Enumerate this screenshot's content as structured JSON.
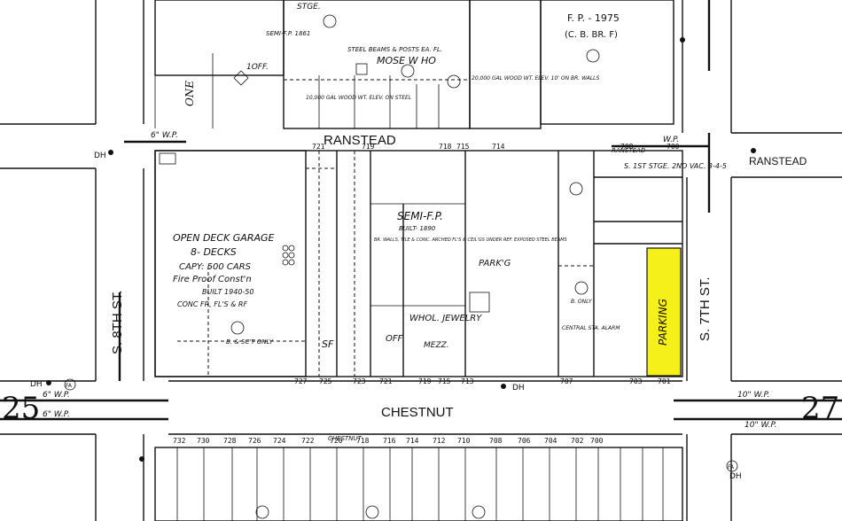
{
  "streets": {
    "ranstead": "RANSTEAD",
    "ranstead_east": "RANSTEAD",
    "chestnut": "CHESTNUT",
    "s8th": "S. 8TH ST.",
    "s7th": "S. 7TH ST."
  },
  "sheet_numbers": {
    "left": "25",
    "right": "27"
  },
  "labels": {
    "fp_top": "F. P. - 1975",
    "fp_top_sub": "(C. B. BR. F)",
    "stge_top": "STGE.",
    "semi_fp_1861": "SEMI-F.P. 1861",
    "steel_beams": "STEEL BEAMS & POSTS EA. FL.",
    "mose_who": "MOSE  W  HO",
    "gal_tank_left": "10,000 GAL WOOD WT. ELEV. ON STEEL",
    "gal_tank_right": "20,000 GAL WOOD WT. ELEV. 10' ON BR. WALLS",
    "one": "ONE",
    "off": "1OFF.",
    "open_deck": "OPEN DECK GARAGE",
    "decks": "8- DECKS",
    "capy": "CAPY: 500 CARS",
    "fireproof": "Fire Proof Const'n",
    "built_garage": "BUILT 1940-50",
    "conc_fr": "CONC FR, FL'S & RF",
    "bsct_only": "B. & SC'T ONLY",
    "semi_fp": "SEMI-F.P.",
    "built_1890": "BUILT- 1890",
    "semi_desc": "BR. WALLS, TILE & CONC. ARCHED FL'S & CEIL'GS UNDER REF. EXPOSED STEEL BEAMS",
    "parkg": "PARK'G",
    "whol_jewelry": "WHOL. JEWELRY",
    "mezz": "MEZZ.",
    "off_mid": "OFF",
    "sf": "SF",
    "stge_right": "S. 1ST STGE. 2ND VAC. 3-4-5",
    "central_sta": "CENTRAL STA. ALARM",
    "b_only": "B. ONLY",
    "ranstead_small": "RANSTEAD",
    "wp_left": "6\" W.P.",
    "wp_right": "W.P.",
    "wp_chestnut_l1": "6\" W.P.",
    "wp_chestnut_l2": "6\" W.P.",
    "wp_chestnut_r1": "10\" W.P.",
    "wp_chestnut_r2": "10\" W.P.",
    "dh": "DH",
    "fa": "FA",
    "chestnut_small": "CHESTNUT",
    "hl_label": "PARKING"
  },
  "lot_numbers_ranstead": [
    "721",
    "719",
    "718",
    "715",
    "714",
    "708",
    "700"
  ],
  "lot_numbers_chestnut_n": [
    "727",
    "725",
    "723",
    "721",
    "719",
    "715",
    "713",
    "707",
    "703",
    "701"
  ],
  "lot_numbers_chestnut_s": [
    "732",
    "730",
    "728",
    "726",
    "724",
    "722",
    "720",
    "718",
    "716",
    "714",
    "712",
    "710",
    "708",
    "706",
    "704",
    "702",
    "700"
  ],
  "highlight_color": "#f5ef1a"
}
